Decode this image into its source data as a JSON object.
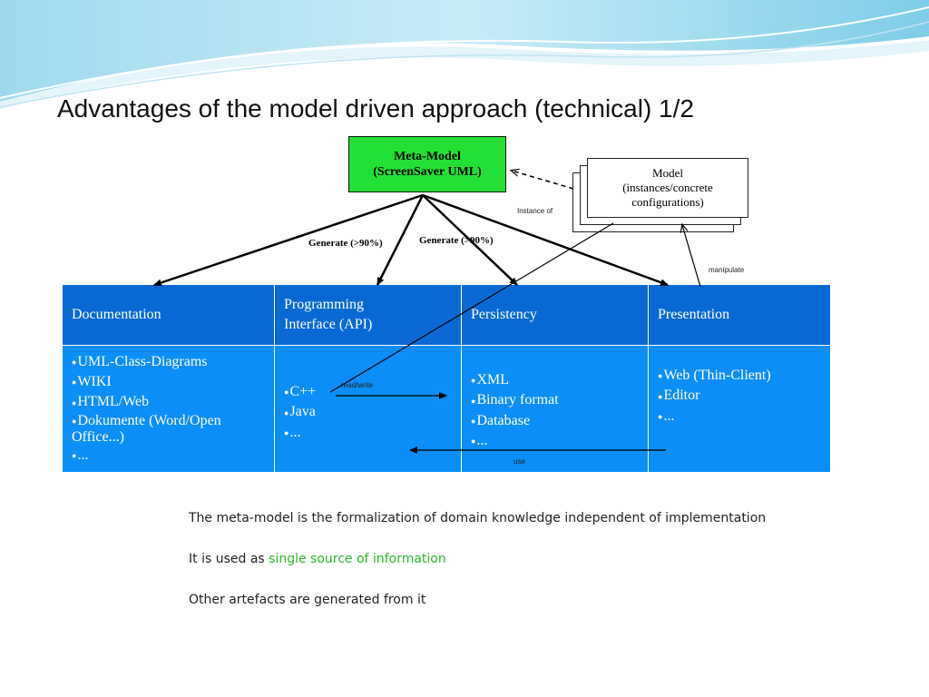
{
  "slide": {
    "title": "Advantages of the model driven approach (technical) 1/2"
  },
  "diagram": {
    "meta_model": {
      "line1": "Meta-Model",
      "line2": "(ScreenSaver UML)"
    },
    "model": {
      "line1": "Model",
      "line2": "(instances/concrete",
      "line3": "configurations)"
    },
    "labels": {
      "instance_of": "Instance of",
      "generate_left": "Generate (>90%)",
      "generate_right": "Generate (>90%)",
      "manipulate": "manipulate",
      "read_write": "read/write",
      "use": "use"
    },
    "colors": {
      "meta_model_fill": "#22e033",
      "table_header": "#0869d4",
      "table_body": "#0b8ef7",
      "highlight": "#2ab52a"
    }
  },
  "table": {
    "headers": [
      {
        "line1": "Documentation",
        "line2": ""
      },
      {
        "line1": "Programming",
        "line2": "Interface (API)"
      },
      {
        "line1": "Persistency",
        "line2": ""
      },
      {
        "line1": "Presentation",
        "line2": ""
      }
    ],
    "documentation": [
      "UML-Class-Diagrams",
      "WIKI",
      "HTML/Web",
      "Dokumente (Word/Open Office...)",
      "..."
    ],
    "api": [
      "C++",
      "Java",
      "..."
    ],
    "persistency": [
      "XML",
      "Binary format",
      "Database",
      "..."
    ],
    "presentation": [
      "Web (Thin-Client)",
      "Editor",
      "..."
    ]
  },
  "text": {
    "p1": "The meta-model is the formalization of domain knowledge independent of implementation",
    "p2_prefix": "It is used as ",
    "p2_highlight": "single source of information",
    "p3": "Other artefacts are generated from it"
  }
}
